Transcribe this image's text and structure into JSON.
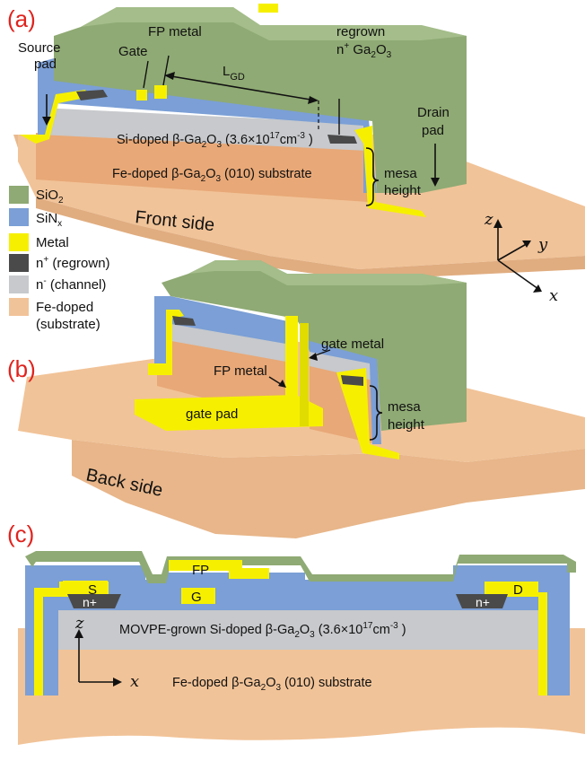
{
  "panels": {
    "a": {
      "tag": "(a)",
      "source_pad_line1": "Source",
      "source_pad_line2": "pad",
      "gate": "Gate",
      "fp_metal": "FP metal",
      "lgd_main": "L",
      "lgd_sub": "GD",
      "regrown_line1": "regrown",
      "regrown_line2": "n",
      "regrown_sup": "+",
      "regrown_ga": " Ga",
      "regrown_sub2": "2",
      "regrown_o": "O",
      "regrown_sub3": "3",
      "drain_pad_line1": "Drain",
      "drain_pad_line2": "pad",
      "si_layer_a": "Si-doped β-Ga",
      "si_layer_sub2": "2",
      "si_layer_o": "O",
      "si_layer_sub3": "3",
      "si_layer_conc": " (3.6×10",
      "si_layer_exp": "17",
      "si_layer_unit": "cm",
      "si_layer_unit_exp": "-3",
      "si_layer_close": " )",
      "fe_layer_a": "Fe-doped β-Ga",
      "fe_layer_sub2": "2",
      "fe_layer_o": "O",
      "fe_layer_sub3": "3",
      "fe_layer_rest": " (010) substrate",
      "mesa_line1": "mesa",
      "mesa_line2": "height",
      "side": "Front side"
    },
    "b": {
      "tag": "(b)",
      "gate_metal": "gate metal",
      "fp_metal": "FP metal",
      "gate_pad": "gate pad",
      "mesa_line1": "mesa",
      "mesa_line2": "height",
      "side": "Back side"
    },
    "c": {
      "tag": "(c)",
      "fp": "FP",
      "s": "S",
      "g": "G",
      "d": "D",
      "nplus_left": "n+",
      "nplus_right": "n+",
      "mov_a": "MOVPE-grown Si-doped β-Ga",
      "mov_sub2": "2",
      "mov_o": "O",
      "mov_sub3": "3",
      "mov_conc": " (3.6×10",
      "mov_exp": "17",
      "mov_unit": "cm",
      "mov_unit_exp": "-3",
      "mov_close": " )",
      "fe_a": "Fe-doped β-Ga",
      "fe_sub2": "2",
      "fe_o": "O",
      "fe_sub3": "3",
      "fe_rest": " (010) substrate",
      "axis_z": "z",
      "axis_x": "x"
    }
  },
  "axes3d": {
    "z": "z",
    "y": "y",
    "x": "x"
  },
  "legend": [
    {
      "label": "SiO",
      "sub": "2",
      "color": "#8faa74"
    },
    {
      "label": "SiN",
      "sub": "x",
      "color": "#7b9fd6"
    },
    {
      "label": "Metal",
      "sub": "",
      "color": "#f6f000"
    },
    {
      "label": "n",
      "sup": "+",
      "rest": " (regrown)",
      "color": "#4a4a4a"
    },
    {
      "label": "n",
      "sup": "-",
      "rest": " (channel)",
      "color": "#c7c9cc"
    },
    {
      "label": "Fe-doped",
      "line2": "(substrate)",
      "color": "#f1c398"
    }
  ],
  "colors": {
    "sio2": "#8faa74",
    "sinx": "#7b9fd6",
    "metal": "#f6f000",
    "nplus": "#4a4a4a",
    "channel": "#c7c9cc",
    "substrate": "#f1c398",
    "tag_red": "#e0231e"
  }
}
